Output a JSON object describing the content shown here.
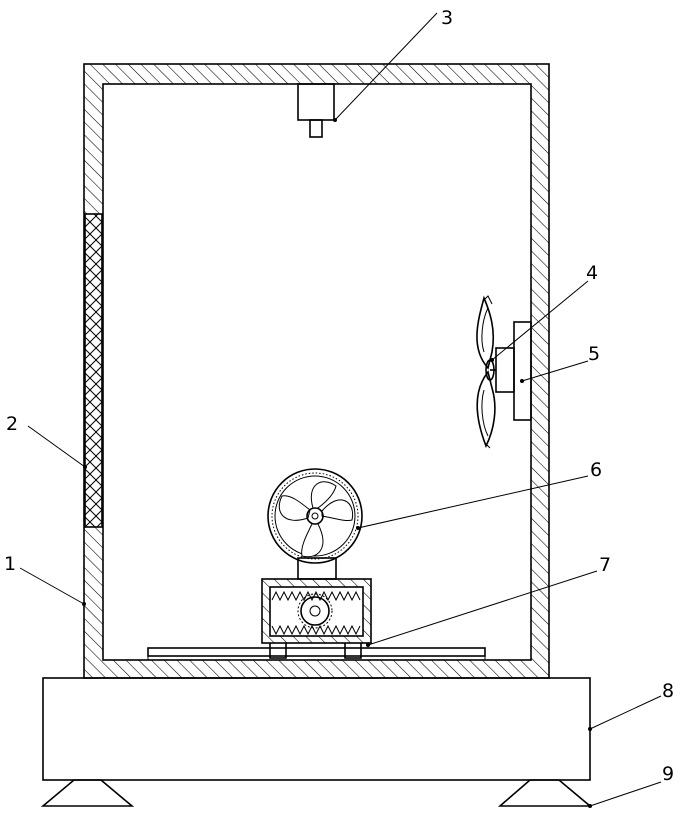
{
  "diagram": {
    "colors": {
      "stroke": "#000000",
      "background": "#ffffff"
    },
    "labels": [
      {
        "id": "1",
        "text": "1"
      },
      {
        "id": "2",
        "text": "2"
      },
      {
        "id": "3",
        "text": "3"
      },
      {
        "id": "4",
        "text": "4"
      },
      {
        "id": "5",
        "text": "5"
      },
      {
        "id": "6",
        "text": "6"
      },
      {
        "id": "7",
        "text": "7"
      },
      {
        "id": "8",
        "text": "8"
      },
      {
        "id": "9",
        "text": "9"
      }
    ]
  }
}
